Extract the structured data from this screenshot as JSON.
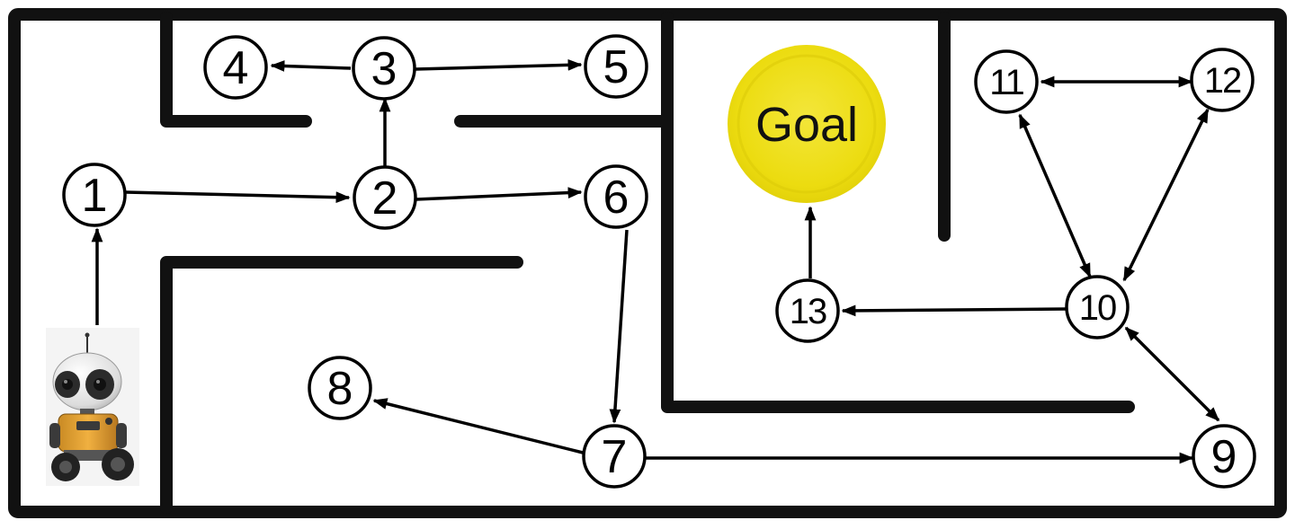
{
  "nodes": {
    "n1": "1",
    "n2": "2",
    "n3": "3",
    "n4": "4",
    "n5": "5",
    "n6": "6",
    "n7": "7",
    "n8": "8",
    "n9": "9",
    "n10": "10",
    "n11": "11",
    "n12": "12",
    "n13": "13"
  },
  "goal": {
    "label": "Goal",
    "color": "#f0e51c"
  },
  "edges": [
    {
      "from": "robot",
      "to": "1",
      "direction": "one-way"
    },
    {
      "from": "1",
      "to": "2",
      "direction": "one-way"
    },
    {
      "from": "2",
      "to": "3",
      "direction": "one-way"
    },
    {
      "from": "2",
      "to": "6",
      "direction": "one-way"
    },
    {
      "from": "3",
      "to": "4",
      "direction": "one-way"
    },
    {
      "from": "3",
      "to": "5",
      "direction": "one-way"
    },
    {
      "from": "6",
      "to": "7",
      "direction": "one-way"
    },
    {
      "from": "7",
      "to": "8",
      "direction": "one-way"
    },
    {
      "from": "7",
      "to": "9",
      "direction": "one-way"
    },
    {
      "from": "9",
      "to": "10",
      "direction": "two-way"
    },
    {
      "from": "10",
      "to": "11",
      "direction": "two-way"
    },
    {
      "from": "10",
      "to": "12",
      "direction": "two-way"
    },
    {
      "from": "11",
      "to": "12",
      "direction": "two-way"
    },
    {
      "from": "10",
      "to": "13",
      "direction": "one-way"
    },
    {
      "from": "13",
      "to": "Goal",
      "direction": "one-way"
    }
  ],
  "robot_icon": "robot-icon",
  "colors": {
    "wall": "#111111",
    "edge": "#000000",
    "robot_body": "#e0a030"
  }
}
